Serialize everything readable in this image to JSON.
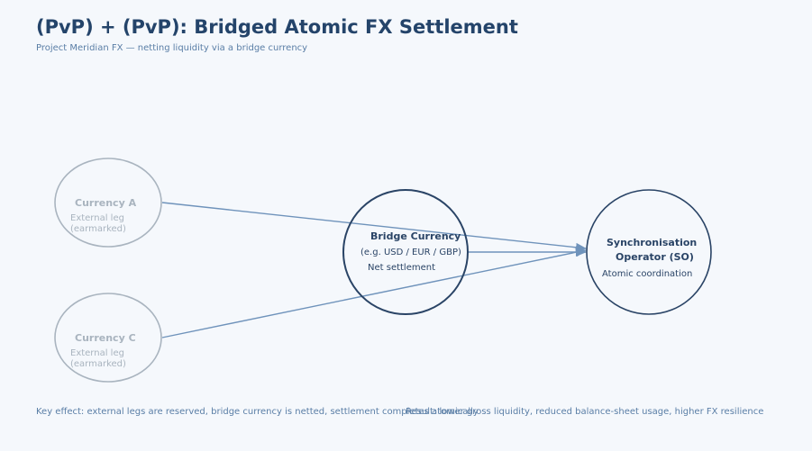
{
  "header": {
    "title": "(PvP) + (PvP): Bridged Atomic FX Settlement",
    "subtitle": "Project Meridian FX — netting liquidity via a bridge currency"
  },
  "nodes": {
    "currency_a": {
      "name": "Currency A",
      "line1": "External leg",
      "line2": "(earmarked)"
    },
    "currency_c": {
      "name": "Currency C",
      "line1": "External leg",
      "line2": "(earmarked)"
    },
    "bridge": {
      "name": "Bridge Currency",
      "line1": "(e.g. USD / EUR / GBP)",
      "line2": "Net settlement"
    },
    "operator": {
      "name_line1": "Synchronisation",
      "name_line2": "Operator (SO)",
      "line1": "Atomic coordination"
    }
  },
  "footer": {
    "key_effect": "Key effect: external legs are reserved, bridge currency is netted, settlement completes atomically",
    "result": "Result: lower gross liquidity, reduced balance-sheet usage, higher FX resilience"
  },
  "colors": {
    "faded": "#a9b4bf",
    "dark": "#2a4466",
    "arrow": "#6f93bb"
  }
}
